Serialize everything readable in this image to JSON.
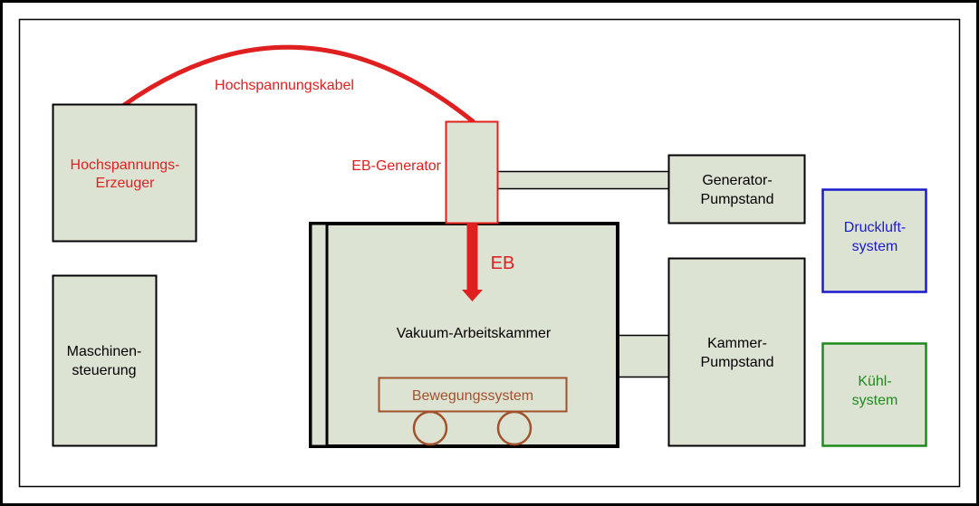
{
  "labels": {
    "hv_cable": "Hochspannungskabel",
    "hv_generator_line1": "Hochspannungs-",
    "hv_generator_line2": "Erzeuger",
    "eb_generator": "EB-Generator",
    "gen_pump_line1": "Generator-",
    "gen_pump_line2": "Pumpstand",
    "druckluft_line1": "Druckluft-",
    "druckluft_line2": "system",
    "eb": "EB",
    "vacuum_chamber": "Vakuum-Arbeitskammer",
    "movement_system": "Bewegungssystem",
    "chamber_pump_line1": "Kammer-",
    "chamber_pump_line2": "Pumpstand",
    "machine_control_line1": "Maschinen-",
    "machine_control_line2": "steuerung",
    "cooling_line1": "Kühl-",
    "cooling_line2": "system"
  },
  "colors": {
    "box_fill": "#dde3d3",
    "black": "#000000",
    "red": "#e02020",
    "blue": "#1a1ad0",
    "green": "#1e8a1e",
    "brown": "#a0522d"
  }
}
